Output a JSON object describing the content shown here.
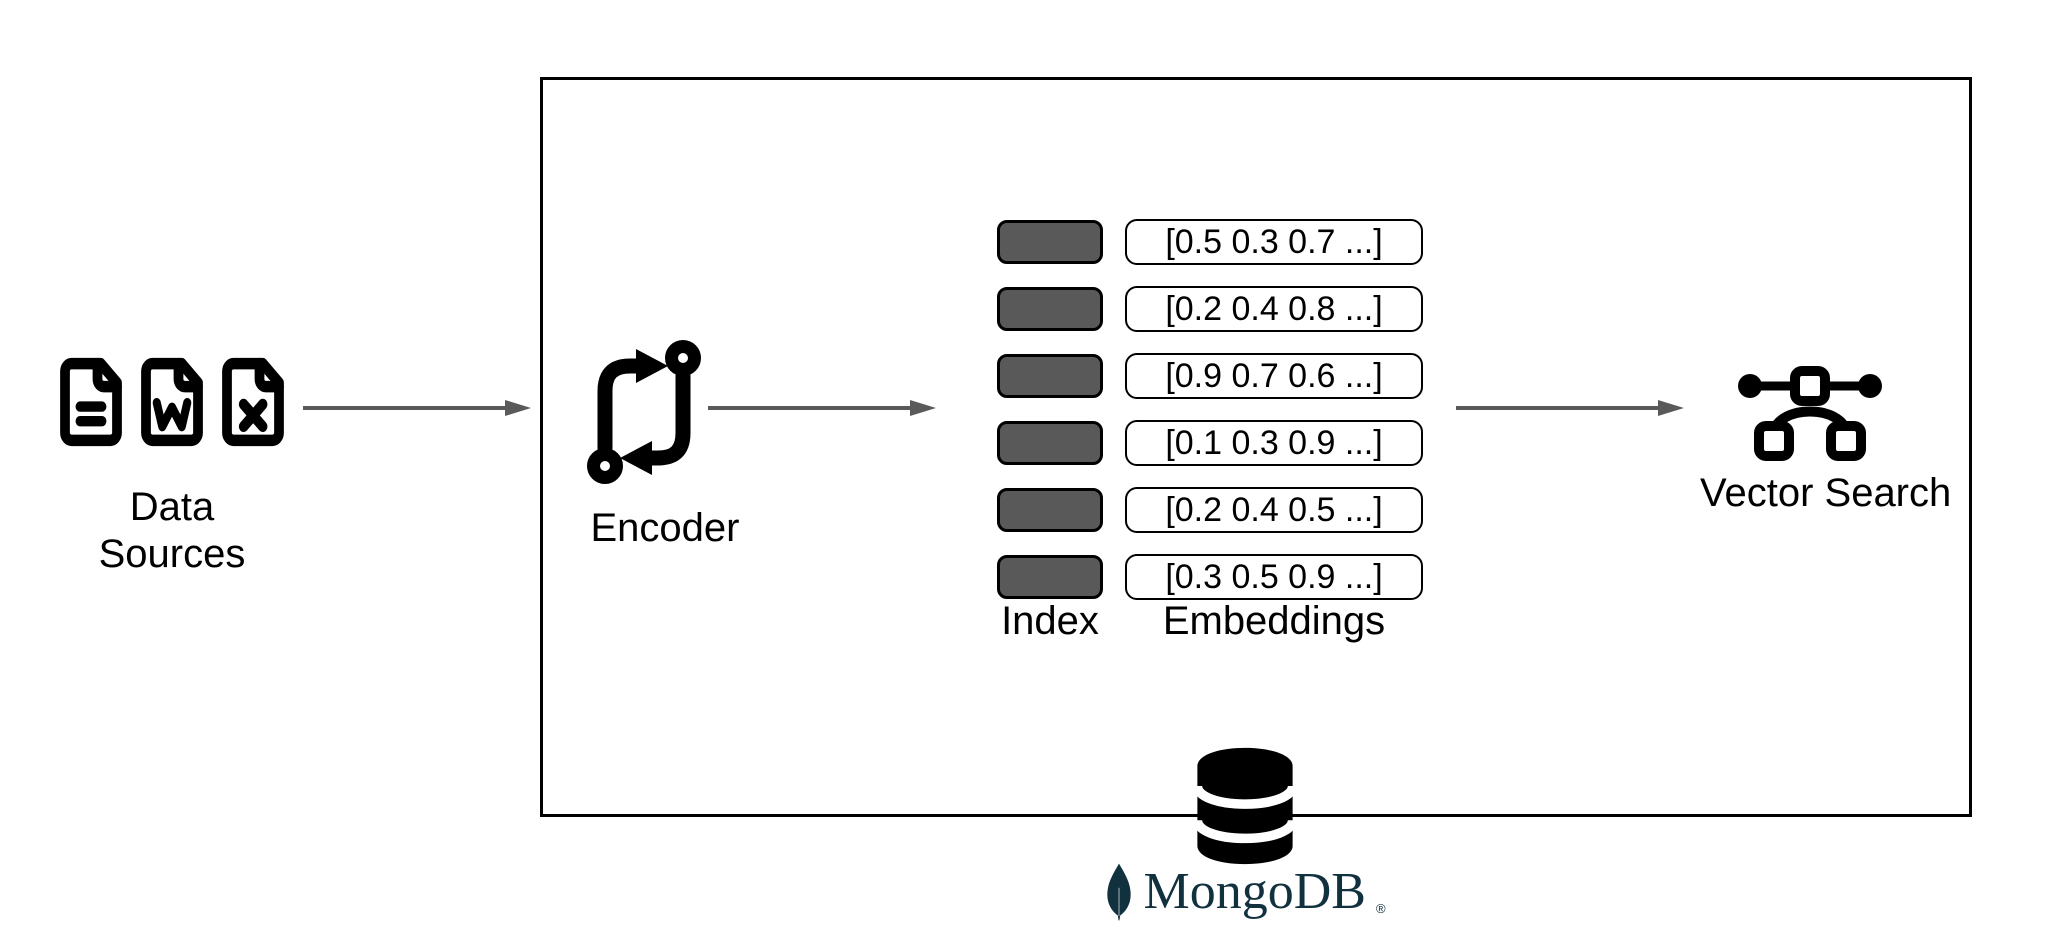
{
  "colors": {
    "outline_black": "#000000",
    "arrow_gray": "#5a5a5a",
    "index_chip_fill": "#595959",
    "mongodb_dark": "#12313f"
  },
  "nodes": {
    "data_sources": {
      "line1": "Data",
      "line2": "Sources"
    },
    "encoder": {
      "label": "Encoder"
    },
    "store": {
      "index_label": "Index",
      "embeddings_label": "Embeddings",
      "rows": [
        "[0.5 0.3 0.7 ...]",
        "[0.2 0.4 0.8 ...]",
        "[0.9 0.7 0.6 ...]",
        "[0.1 0.3 0.9 ...]",
        "[0.2 0.4 0.5 ...]",
        "[0.3 0.5 0.9 ...]"
      ]
    },
    "vector_search": {
      "label": "Vector Search"
    },
    "mongodb": {
      "wordmark": "MongoDB",
      "registered_mark": "®"
    }
  },
  "icons": {
    "data_sources": [
      "file-lines-icon",
      "file-word-icon",
      "file-excel-icon"
    ],
    "encoder": "git-compare-icon",
    "vector_search": "bezier-curve-icon",
    "database": "database-cylinder-icon",
    "mongodb_leaf": "mongodb-leaf-icon"
  }
}
